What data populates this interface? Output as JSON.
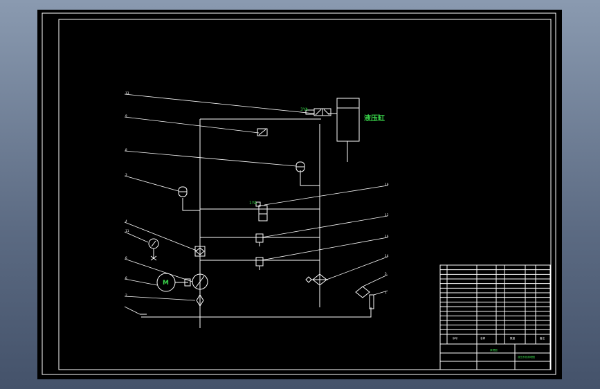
{
  "drawing": {
    "component_label": "液压缸",
    "motor_label": "M",
    "valve_tag_upper": "3YA",
    "valve_tag_lower": "1YA",
    "callouts": [
      "13",
      "9",
      "8",
      "3",
      "4",
      "11",
      "6",
      "6",
      "2",
      "10",
      "12",
      "16",
      "14",
      "5",
      "1"
    ]
  },
  "title_block": {
    "bill_rows": 15,
    "header_cells": [
      "序号",
      "名称",
      "数量",
      "备注"
    ],
    "drawing_title_left": "原理图",
    "drawing_title_right": "液压系统原理图"
  },
  "colors": {
    "sheet_background": "#000000",
    "line_color": "#ffffff",
    "label_color": "#39d44a",
    "viewport_background": "#6b7a92"
  }
}
